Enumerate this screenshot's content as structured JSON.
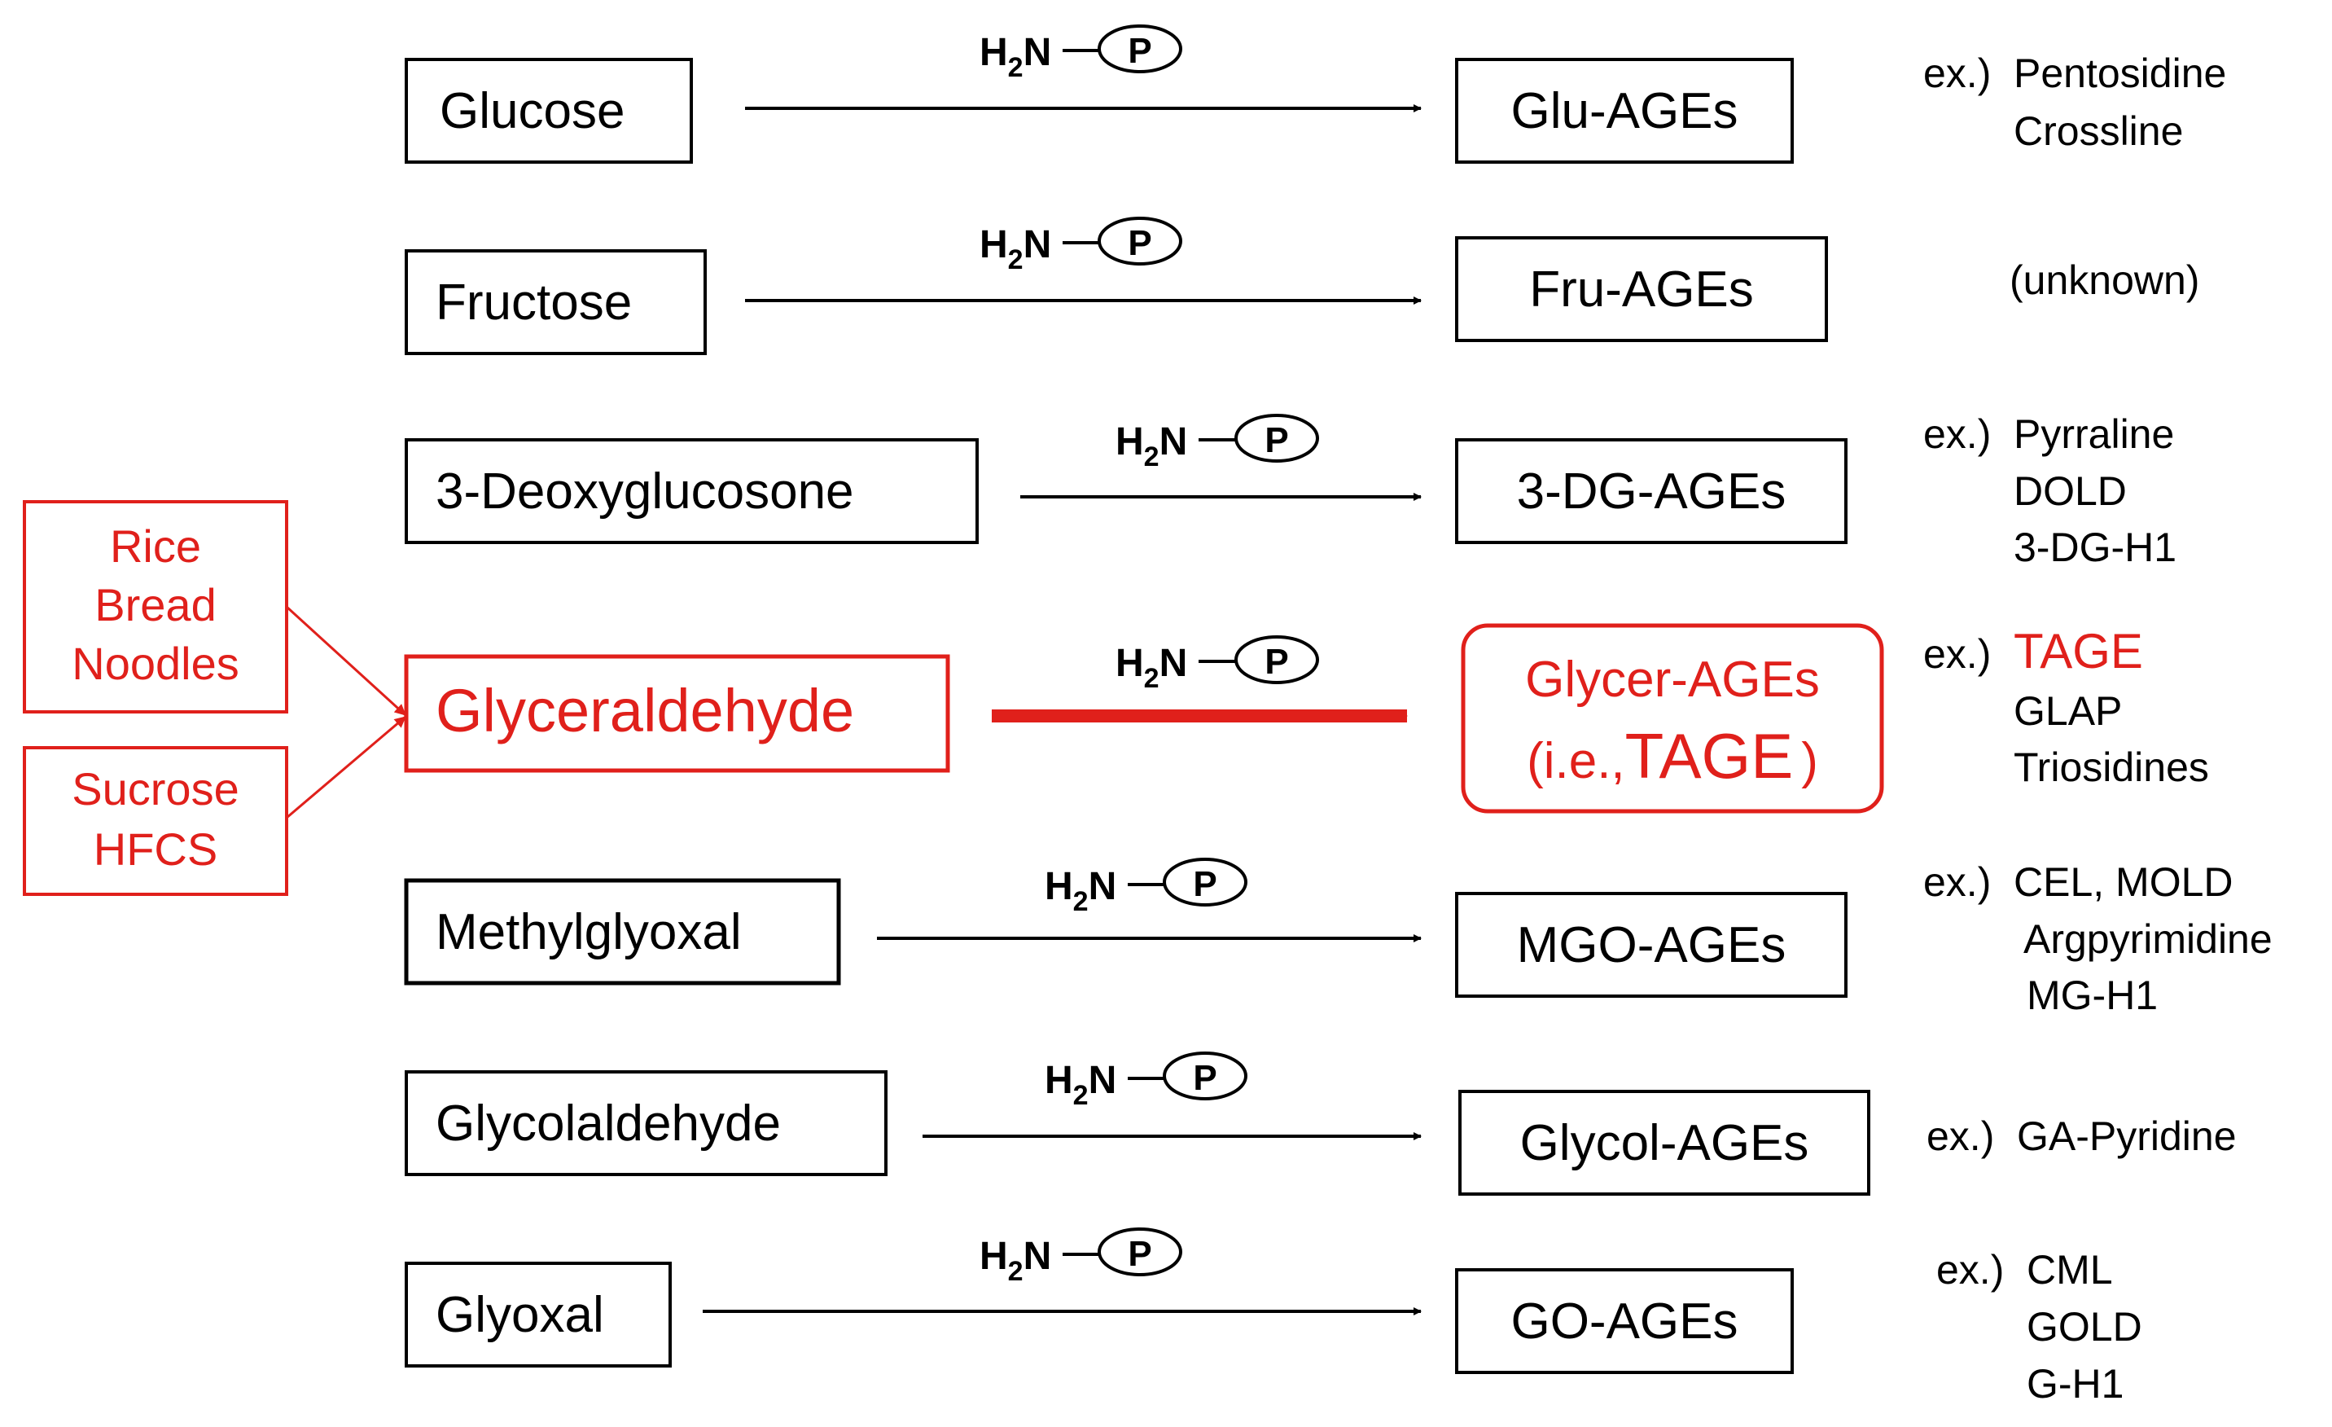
{
  "colors": {
    "ink": "#000000",
    "highlight": "#e0201b",
    "background": "#ffffff"
  },
  "amine": {
    "prefix": "H",
    "subscript": "2",
    "suffix": "N",
    "circle_label": "P"
  },
  "sources": {
    "grains": [
      "Rice",
      "Bread",
      "Noodles"
    ],
    "sugars": [
      "Sucrose",
      "HFCS"
    ]
  },
  "rows": [
    {
      "precursor": "Glucose",
      "product": "Glu-AGEs",
      "ex_prefix": "ex.)",
      "examples": [
        "Pentosidine",
        "Crossline"
      ]
    },
    {
      "precursor": "Fructose",
      "product": "Fru-AGEs",
      "ex_prefix": "",
      "examples": [
        "(unknown)"
      ]
    },
    {
      "precursor": "3-Deoxyglucosone",
      "product": "3-DG-AGEs",
      "ex_prefix": "ex.)",
      "examples": [
        "Pyrraline",
        "DOLD",
        "3-DG-H1"
      ]
    },
    {
      "precursor": "Glyceraldehyde",
      "product": "Glycer-AGEs",
      "product_note_prefix": "(i.e.,",
      "product_note_main": "TAGE",
      "product_note_suffix": ")",
      "ex_prefix": "ex.)",
      "examples": [
        "TAGE",
        "GLAP",
        "Triosidines"
      ],
      "highlighted": true
    },
    {
      "precursor": "Methylglyoxal",
      "product": "MGO-AGEs",
      "ex_prefix": "ex.)",
      "examples": [
        "CEL, MOLD",
        "Argpyrimidine",
        "MG-H1"
      ]
    },
    {
      "precursor": "Glycolaldehyde",
      "product": "Glycol-AGEs",
      "ex_prefix": "ex.)",
      "examples": [
        "GA-Pyridine"
      ]
    },
    {
      "precursor": "Glyoxal",
      "product": "GO-AGEs",
      "ex_prefix": "ex.)",
      "examples": [
        "CML",
        "GOLD",
        "G-H1"
      ]
    }
  ]
}
